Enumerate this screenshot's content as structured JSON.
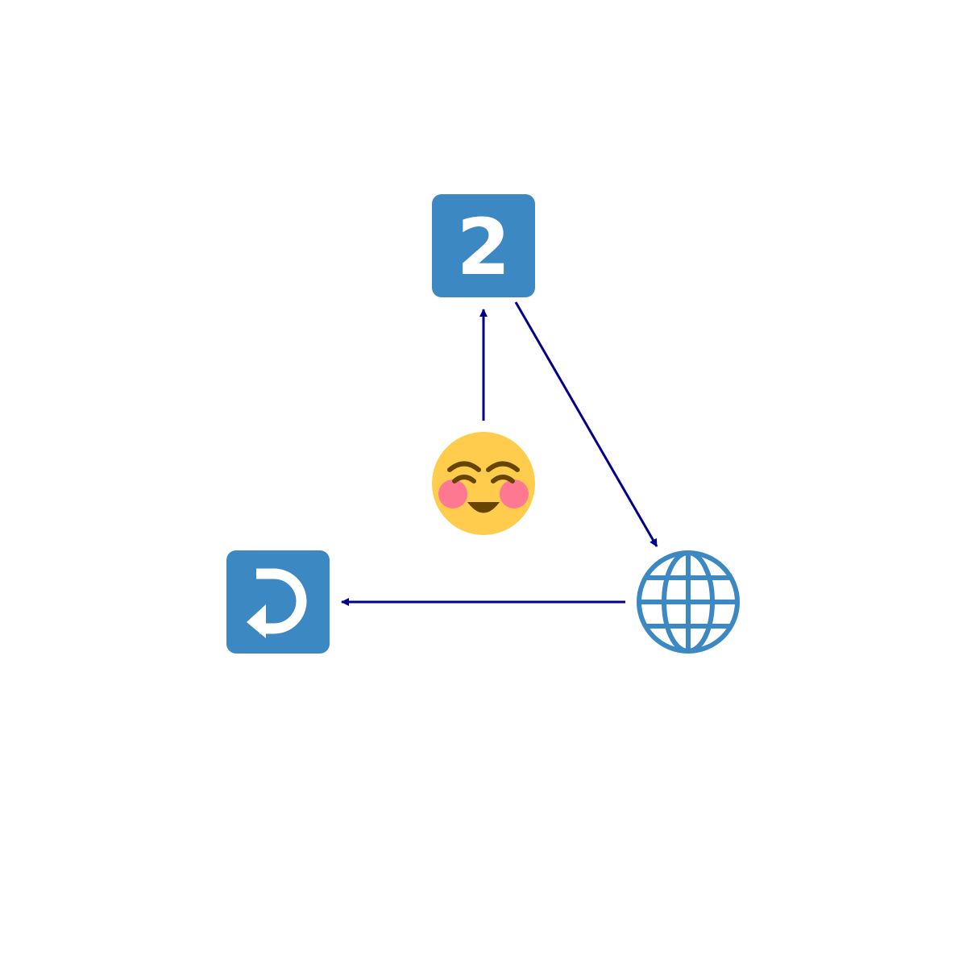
{
  "colors": {
    "background": "#ffffff",
    "arrow": "#00008b",
    "tile_blue": "#3b88c3",
    "tile_glyph": "#ffffff",
    "face_yellow": "#ffcc4d",
    "face_features": "#664500",
    "blush_pink": "#ff7892"
  },
  "nodes": [
    {
      "id": "keycap-2",
      "icon": "keycap-digit-two-icon",
      "text": "2"
    },
    {
      "id": "smiling-face",
      "icon": "smiling-face-with-smiling-eyes-icon"
    },
    {
      "id": "globe",
      "icon": "globe-with-meridians-icon"
    },
    {
      "id": "return-arrow",
      "icon": "right-arrow-curving-left-icon"
    }
  ],
  "edges": [
    {
      "from": "smiling-face",
      "to": "keycap-2"
    },
    {
      "from": "keycap-2",
      "to": "globe"
    },
    {
      "from": "globe",
      "to": "return-arrow"
    }
  ]
}
